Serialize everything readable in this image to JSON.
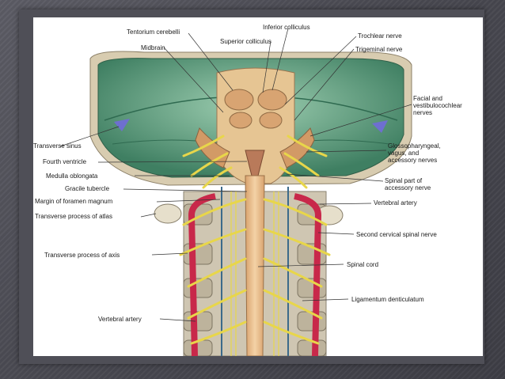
{
  "figure": {
    "labels": {
      "tentorium_cerebelli": "Tentorium cerebelli",
      "inferior_colliculus": "Inferior colliculus",
      "superior_colliculus": "Superior colliculus",
      "trochlear_nerve": "Trochlear nerve",
      "midbrain": "Midbrain",
      "trigeminal_nerve": "Trigeminal nerve",
      "facial_vestibulocochlear": "Facial and\nvestibulocochlear\nnerves",
      "transverse_sinus": "Transverse sinus",
      "glossopharyngeal": "Glossopharyngeal,\nvagus, and\naccessory nerves",
      "fourth_ventricle": "Fourth ventricle",
      "medulla_oblongata": "Medulla oblongata",
      "spinal_part_accessory": "Spinal part of\naccessory nerve",
      "gracile_tubercle": "Gracile tubercle",
      "margin_foramen_magnum": "Margin of foramen magnum",
      "vertebral_artery_right": "Vertebral artery",
      "transverse_process_atlas": "Transverse process of atlas",
      "second_cervical_nerve": "Second cervical spinal nerve",
      "transverse_process_axis": "Transverse process of axis",
      "spinal_cord": "Spinal cord",
      "ligamentum_denticulatum": "Ligamentum denticulatum",
      "vertebral_artery_left": "Vertebral artery"
    },
    "colors": {
      "cerebellar_fossa": "#7fb99a",
      "fossa_dark": "#4f8f72",
      "bone": "#d9cfb8",
      "brainstem": "#e8c89a",
      "colliculi": "#d9a876",
      "nerve": "#e8d64a",
      "artery": "#c8284a",
      "sinus": "#6e6fd0",
      "cord": "#efc99a"
    }
  }
}
